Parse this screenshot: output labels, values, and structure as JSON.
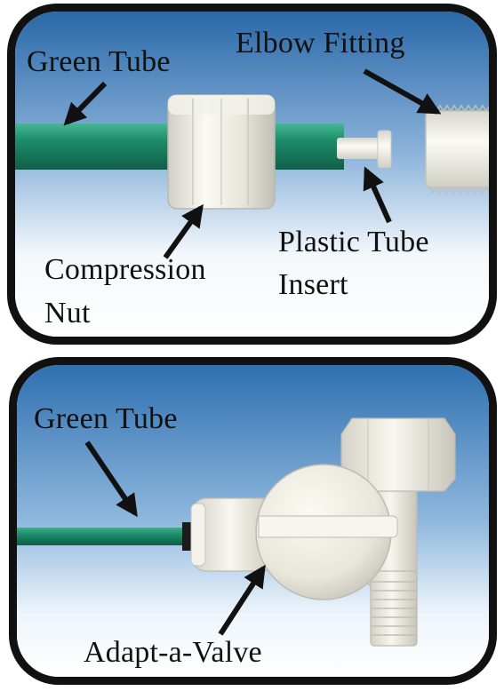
{
  "top_panel": {
    "labels": {
      "green_tube": "Green Tube",
      "elbow_fitting": "Elbow Fitting",
      "plastic_tube_insert_line1": "Plastic Tube",
      "plastic_tube_insert_line2": "Insert",
      "compression_nut_line1": "Compression",
      "compression_nut_line2": "Nut"
    }
  },
  "bottom_panel": {
    "labels": {
      "green_tube": "Green Tube",
      "adapt_a_valve": "Adapt-a-Valve"
    }
  },
  "colors": {
    "frame": "#111111",
    "sky_top": "#2e6fae",
    "sky_bottom": "#ffffff",
    "tube_green": "#1e8e6c",
    "fitting_white": "#eeeee4"
  }
}
